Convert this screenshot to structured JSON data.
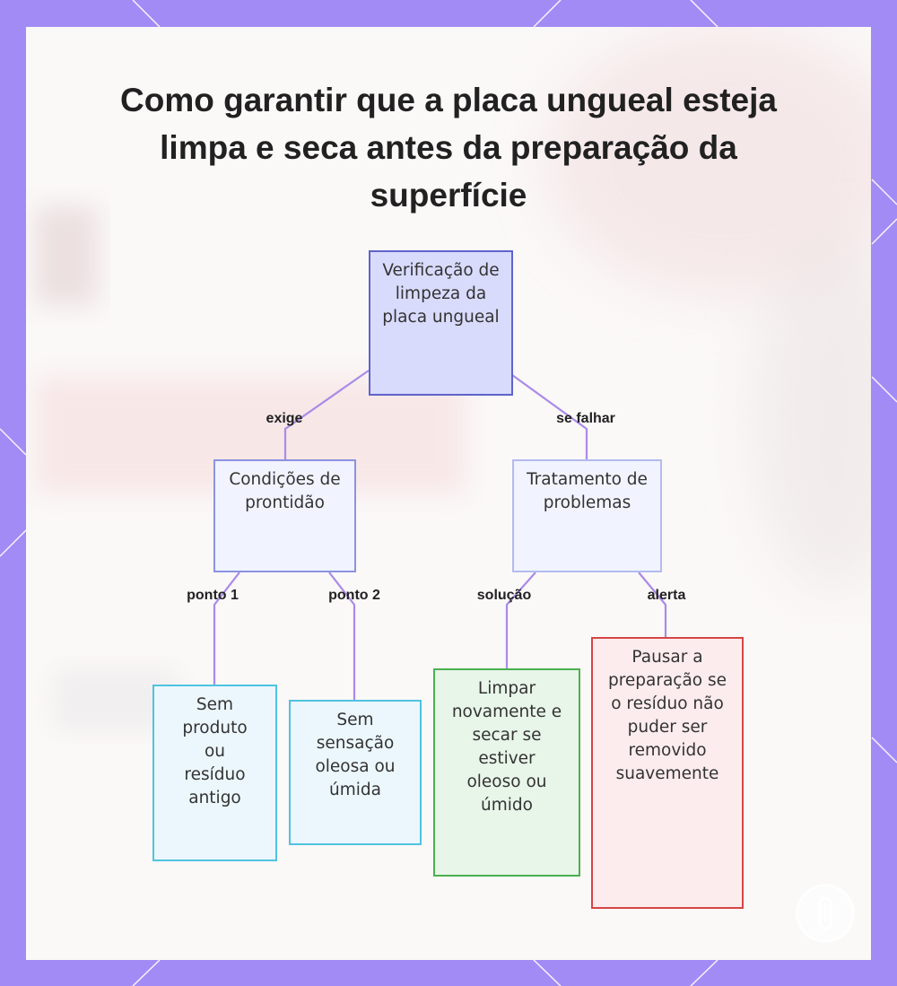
{
  "title": "Como garantir que a placa ungueal esteja limpa e seca antes da preparação da superfície",
  "colors": {
    "frame": "#a38bf5",
    "panel": "#fbf8f8",
    "connector": "#a98be8",
    "root_fill": "#d9dbfd",
    "root_border": "#5f64c8",
    "mid_fill": "#f1f4ff",
    "mid_border": "#8c92e0",
    "leaf_blue_fill": "#ecf7fd",
    "leaf_blue_border": "#4fc3e0",
    "leaf_green_fill": "#e8f5e9",
    "leaf_green_border": "#4caf50",
    "leaf_red_fill": "#fdeced",
    "leaf_red_border": "#d64545"
  },
  "nodes": {
    "root": "Verificação de limpeza da placa ungueal",
    "conditions": "Condições de prontidão",
    "treatment": "Tratamento de problemas",
    "no_product": "Sem produto ou resíduo antigo",
    "no_oily": "Sem sensação oleosa ou úmida",
    "clean_again": "Limpar novamente e secar se estiver oleoso ou úmido",
    "pause": "Pausar a preparação se o resíduo não puder ser removido suavemente"
  },
  "edges": {
    "requires": "exige",
    "if_fails": "se falhar",
    "point1": "ponto 1",
    "point2": "ponto 2",
    "solution": "solução",
    "alert": "alerta"
  },
  "icons": {
    "watermark": "logo-icon"
  }
}
